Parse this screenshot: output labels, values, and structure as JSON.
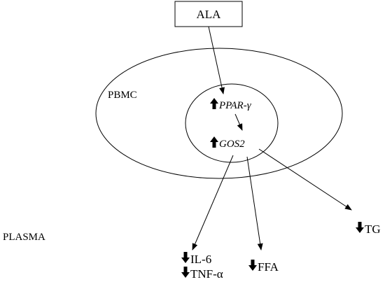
{
  "nodes": {
    "ala": "ALA",
    "pbmc": "PBMC",
    "ppar": "PPAR-γ",
    "gos2": "GOS2",
    "plasma": "PLASMA",
    "il6": "IL-6",
    "tnf": "TNF-α",
    "ffa": "FFA",
    "tg": "TG"
  },
  "regulation": {
    "ppar": "up",
    "gos2": "up",
    "il6": "down",
    "tnf": "down",
    "ffa": "down",
    "tg": "down"
  }
}
